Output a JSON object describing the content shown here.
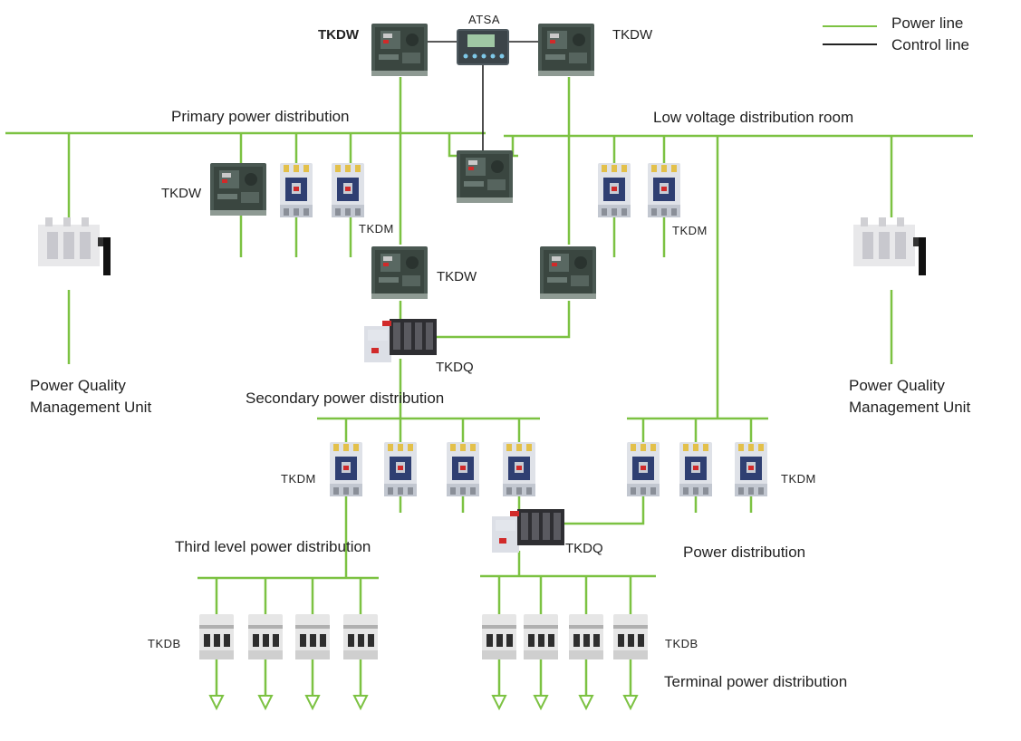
{
  "legend": {
    "power_line": "Power line",
    "control_line": "Control line"
  },
  "labels": {
    "atsa": "ATSA",
    "tkdw": "TKDW",
    "tkdm": "TKDM",
    "tkdq": "TKDQ",
    "tkdb": "TKDB",
    "primary": "Primary power distribution",
    "low_voltage_room": "Low voltage distribution room",
    "secondary": "Secondary power distribution",
    "third_level": "Third level power distribution",
    "power_distribution": "Power distribution",
    "terminal": "Terminal power distribution",
    "pqmu_line1": "Power Quality",
    "pqmu_line2": "Management Unit"
  },
  "colors": {
    "power_line": "#7cc242",
    "control_line": "#222222",
    "breaker_body": "#3c4a44",
    "mccb_body": "#dfe2e8",
    "mcb_body": "#e6e6e6"
  },
  "icons": {
    "air_circuit_breaker": "acb-icon",
    "molded_case_breaker": "mccb-icon",
    "transfer_switch": "ats-switch-icon",
    "controller": "atsa-controller-icon",
    "isolator": "isolator-switch-icon",
    "miniature_breaker": "mcb-icon",
    "load": "load-arrow-icon"
  }
}
